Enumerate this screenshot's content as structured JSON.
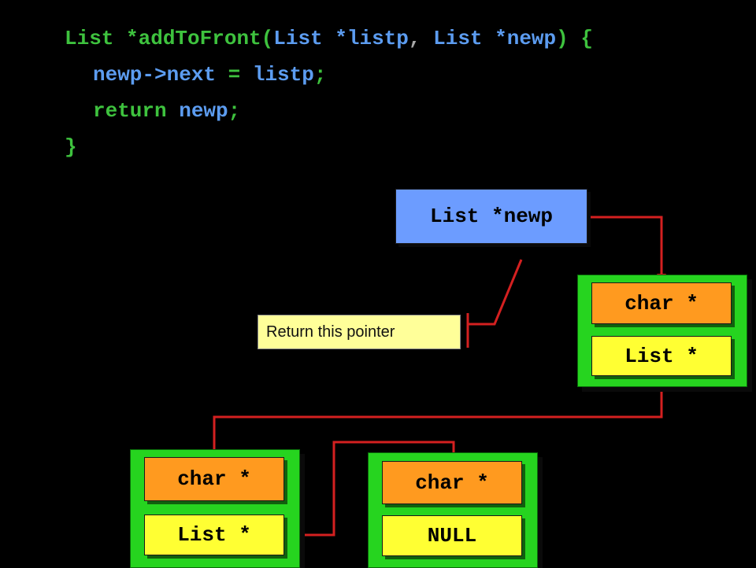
{
  "colors": {
    "background": "#000000",
    "code_green": "#3ec23e",
    "code_blue": "#5c9cf0",
    "code_gray": "#a8a8a8",
    "newp_box": "#6c9cff",
    "node_bg": "#26d41f",
    "char_field": "#ff9a1f",
    "list_field": "#ffff33",
    "callout_bg": "#ffff99",
    "wire": "#d42020"
  },
  "code": {
    "lines": [
      [
        {
          "text": "List ",
          "color": "green"
        },
        {
          "text": "*addToFront(",
          "color": "green"
        },
        {
          "text": "List *listp",
          "color": "blue"
        },
        {
          "text": ", ",
          "color": "gray"
        },
        {
          "text": "List *newp",
          "color": "blue"
        },
        {
          "text": ") {",
          "color": "green"
        }
      ],
      [
        {
          "text": "newp->next",
          "color": "blue"
        },
        {
          "text": " = ",
          "color": "green"
        },
        {
          "text": "listp",
          "color": "blue"
        },
        {
          "text": ";",
          "color": "green"
        }
      ],
      [
        {
          "text": "return ",
          "color": "green"
        },
        {
          "text": "newp",
          "color": "blue"
        },
        {
          "text": ";",
          "color": "green"
        }
      ],
      [
        {
          "text": "}",
          "color": "green"
        }
      ]
    ]
  },
  "diagram": {
    "newp_label": "List *newp",
    "callout_text": "Return this pointer",
    "node1": {
      "char_label": "char *",
      "list_label": "List *"
    },
    "node2": {
      "char_label": "char *",
      "list_label": "List *"
    },
    "node3": {
      "char_label": "char *",
      "null_label": "NULL"
    }
  }
}
